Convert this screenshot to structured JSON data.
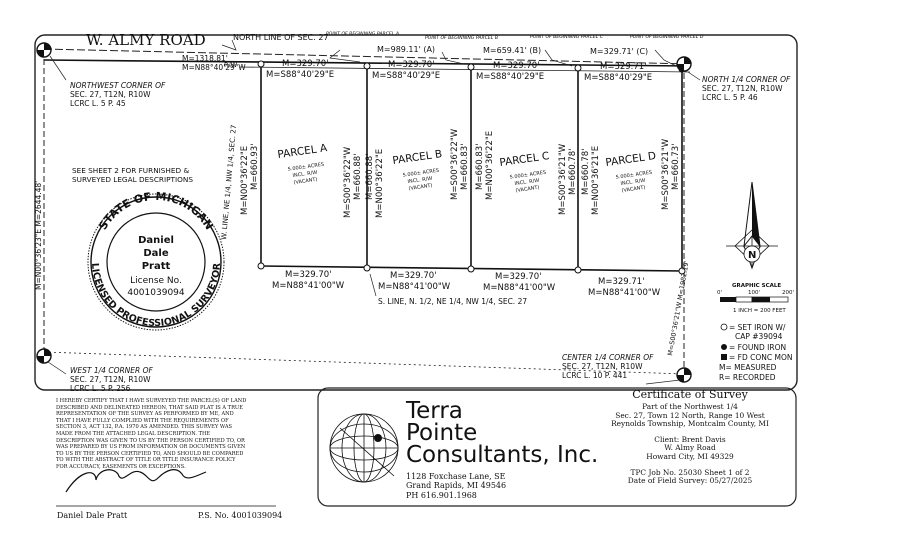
{
  "road": {
    "name": "W. ALMY ROAD",
    "north_line": "NORTH LINE OF SEC. 27",
    "rw": "R/W"
  },
  "top_measures": {
    "overall": "M=1318.81'",
    "overall_bearing": "M=N88°40'29\"W",
    "a": "M=989.11' (A)",
    "b": "M=659.41' (B)",
    "c": "M=329.71' (C)"
  },
  "pobs": [
    "POINT OF BEGINNING PARCEL A",
    "POINT OF BEGINNING PARCEL B",
    "POINT OF BEGINNING PARCEL C",
    "POINT OF BEGINNING PARCEL D"
  ],
  "north_edges": [
    {
      "dist": "M=329.70'",
      "bearing": "M=S88°40'29\"E"
    },
    {
      "dist": "M=329.70'",
      "bearing": "M=S88°40'29\"E"
    },
    {
      "dist": "M=329.70'",
      "bearing": "M=S88°40'29\"E"
    },
    {
      "dist": "M=329.71'",
      "bearing": "M=S88°40'29\"E"
    }
  ],
  "south_edges": [
    {
      "dist": "M=329.70'",
      "bearing": "M=N88°41'00\"W"
    },
    {
      "dist": "M=329.70'",
      "bearing": "M=N88°41'00\"W"
    },
    {
      "dist": "M=329.70'",
      "bearing": "M=N88°41'00\"W"
    },
    {
      "dist": "M=329.71'",
      "bearing": "M=N88°41'00\"W"
    }
  ],
  "vertical_edges": [
    {
      "bearing": "M=N00°36'22\"E",
      "dist": "M=660.93'"
    },
    {
      "bearing": "M=S00°36'22\"W",
      "dist": "M=660.88'"
    },
    {
      "bearing": "M=N00°36'22\"E",
      "dist": "M=660.88'"
    },
    {
      "bearing": "M=S00°36'22\"W",
      "dist": "M=660.83'"
    },
    {
      "bearing": "M=N00°36'22\"E",
      "dist": "M=660.83'"
    },
    {
      "bearing": "M=S00°36'21\"W",
      "dist": "M=660.78'"
    },
    {
      "bearing": "M=N00°36'21\"E",
      "dist": "M=660.78'"
    },
    {
      "bearing": "M=S00°36'21\"W",
      "dist": "M=660.73'"
    }
  ],
  "parcels": [
    {
      "name": "PARCEL A",
      "acres": "5.000± ACRES",
      "rw": "INCL. R/W",
      "status": "(VACANT)"
    },
    {
      "name": "PARCEL B",
      "acres": "5.000± ACRES",
      "rw": "INCL. R/W",
      "status": "(VACANT)"
    },
    {
      "name": "PARCEL C",
      "acres": "5.000± ACRES",
      "rw": "INCL. R/W",
      "status": "(VACANT)"
    },
    {
      "name": "PARCEL D",
      "acres": "5.000± ACRES",
      "rw": "INCL. R/W",
      "status": "(VACANT)"
    }
  ],
  "west_line_label": "W. LINE, NE 1/4, NW 1/4, SEC. 27",
  "south_line_label": "S. LINE, N. 1/2, NE 1/4, NW 1/4, SEC. 27",
  "west_section_line": "M=N00°36'23\"E  M=2644.48'",
  "center_line": "M=S00°36'21\"W  M=1982.19'",
  "corners": {
    "nw": [
      "NORTHWEST CORNER OF",
      "SEC. 27, T12N, R10W",
      "LCRC L. 5 P. 45"
    ],
    "n14": [
      "NORTH 1/4 CORNER OF",
      "SEC. 27, T12N, R10W",
      "LCRC L. 5 P. 46"
    ],
    "w14": [
      "WEST 1/4 CORNER OF",
      "SEC. 27, T12N, R10W",
      "LCRC L. 5 P. 256"
    ],
    "c14": [
      "CENTER 1/4 CORNER OF",
      "SEC. 27, T12N, R10W",
      "LCRC L. 10 P. 441"
    ]
  },
  "see_sheet": [
    "SEE SHEET 2 FOR FURNISHED &",
    "SURVEYED LEGAL DESCRIPTIONS"
  ],
  "seal": {
    "ring_top": "STATE OF MICHIGAN",
    "ring_bottom": "LICENSED PROFESSIONAL SURVEYOR",
    "name1": "Daniel",
    "name2": "Dale",
    "name3": "Pratt",
    "lic_label": "License No.",
    "lic_no": "4001039094"
  },
  "scale": {
    "title": "GRAPHIC SCALE",
    "t0": "0'",
    "t1": "100'",
    "t2": "200'",
    "note": "1 INCH = 200 FEET"
  },
  "north_arrow": "N",
  "legend": [
    "= SET IRON W/",
    "CAP #39094",
    "= FOUND IRON",
    "= FD CONC MON",
    "M= MEASURED",
    "R= RECORDED"
  ],
  "certification": "I HEREBY CERTIFY THAT I HAVE SURVEYED THE PARCEL(S) OF LAND DESCRIBED AND DELINEATED HEREON, THAT SAID PLAT IS A TRUE REPRESENTATION OF THE SURVEY AS PERFORMED BY ME, AND THAT I HAVE FULLY COMPLIED WITH THE REQUIREMENTS OF SECTION 3, ACT 132, P.A. 1970 AS AMENDED. THIS SURVEY WAS MADE FROM THE ATTACHED LEGAL DESCRIPTION. THE DESCRIPTION WAS GIVEN TO US BY THE PERSON CERTIFIED TO, OR WAS PREPARED BY US FROM INFORMATION OR DOCUMENTS GIVEN TO US BY THE PERSON CERTIFIED TO, AND SHOULD BE COMPARED TO WITH THE ABSTRACT OF TITLE OR TITLE INSURANCE POLICY FOR ACCURACY, EASEMENTS OR EXCEPTIONS.",
  "signer": {
    "name": "Daniel Dale Pratt",
    "ps": "P.S. No. 4001039094"
  },
  "company": {
    "line1": "Terra",
    "line2": "Pointe",
    "line3": "Consultants, Inc.",
    "addr1": "1128 Foxchase Lane, SE",
    "addr2": "Grand Rapids, MI 49546",
    "phone": "PH 616.901.1968"
  },
  "cos": {
    "title": "Certificate of Survey",
    "l1": "Part of the Northwest 1/4",
    "l2": "Sec. 27, Town 12 North, Range 10 West",
    "l3": "Reynolds Township, Montcalm County, MI",
    "client": "Client: Brent Davis",
    "c2": "W. Almy Road",
    "c3": "Howard City, MI 49329",
    "job": "TPC Job No. 25030   Sheet 1 of 2",
    "date": "Date of Field Survey: 05/27/2025"
  }
}
